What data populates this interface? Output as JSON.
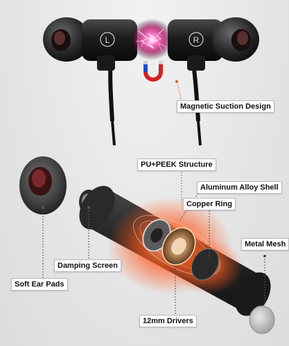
{
  "labels": {
    "magnetic_suction": "Magnetic Suction Design",
    "pu_peek": "PU+PEEK Structure",
    "aluminum_shell": "Aluminum Alloy Shell",
    "copper_ring": "Copper Ring",
    "metal_mesh": "Metal Mesh",
    "damping_screen": "Damping Screen",
    "soft_ear_pads": "Soft Ear Pads",
    "drivers": "12mm Drivers"
  },
  "earbuds": {
    "left_mark": "L",
    "right_mark": "R"
  },
  "icons": {
    "magnet": "magnet-icon",
    "lightning": "lightning-icon"
  },
  "colors": {
    "glow": "#ff5a1f",
    "label_border": "#b9b9b9",
    "pointer": "#e65a1e",
    "body_metal": "#2a2a2a"
  }
}
